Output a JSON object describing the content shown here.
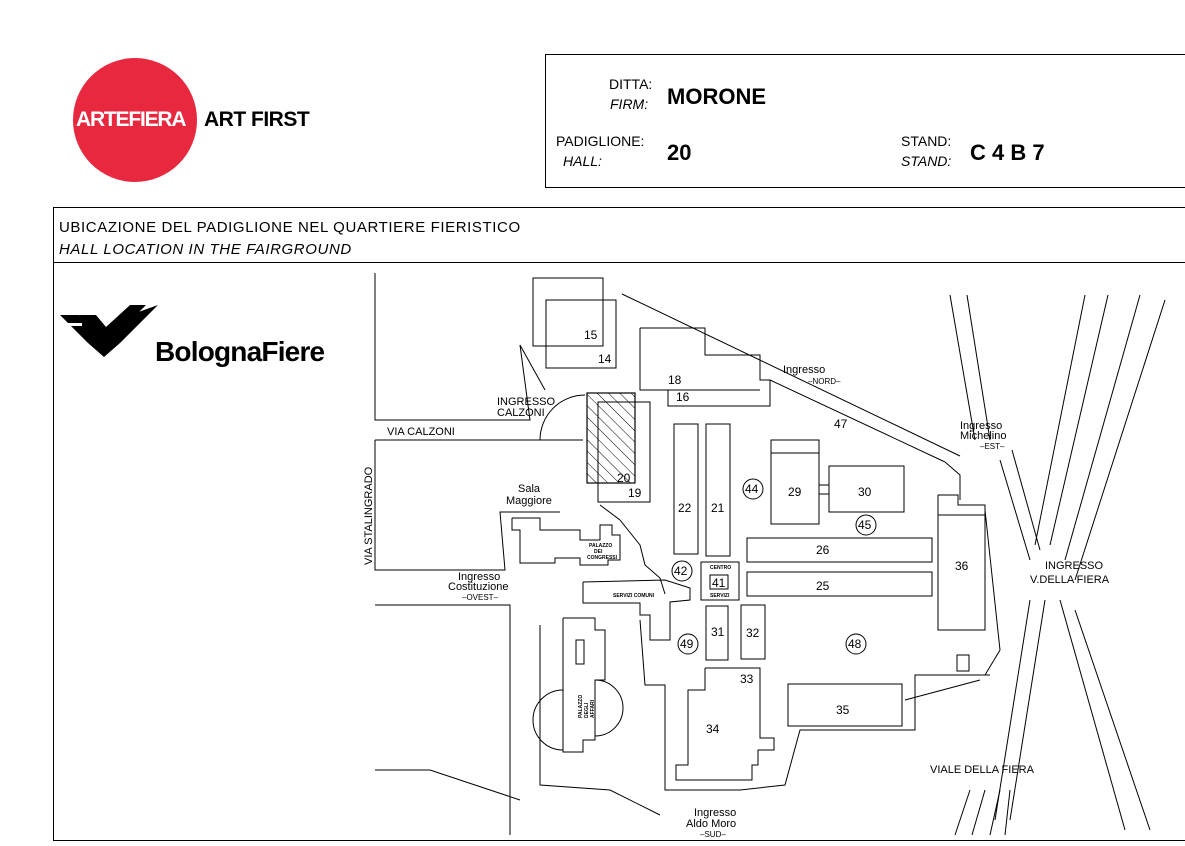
{
  "logo": {
    "brand": "ARTEFIERA",
    "tagline": "ART FIRST",
    "color": "#e8283f"
  },
  "firm_box": {
    "firm_label_it": "DITTA:",
    "firm_label_en": "FIRM:",
    "firm_value": "MORONE",
    "hall_label_it": "PADIGLIONE:",
    "hall_label_en": "HALL:",
    "hall_value": "20",
    "stand_label_it": "STAND:",
    "stand_label_en": "STAND:",
    "stand_value": "C 4 B 7"
  },
  "section": {
    "title_it": "UBICAZIONE DEL PADIGLIONE NEL QUARTIERE FIERISTICO",
    "title_en": "HALL LOCATION IN THE FAIRGROUND"
  },
  "bolognafiere": {
    "name": "BolognaFiere"
  },
  "map": {
    "highlighted_hall": "20",
    "halls": [
      "14",
      "15",
      "16",
      "18",
      "19",
      "20",
      "21",
      "22",
      "25",
      "26",
      "29",
      "30",
      "31",
      "32",
      "33",
      "34",
      "35",
      "36",
      "47"
    ],
    "circled_areas": [
      "41",
      "42",
      "44",
      "45",
      "48",
      "49"
    ],
    "labels": {
      "ingresso_calzoni": [
        "INGRESSO",
        "CALZONI"
      ],
      "via_calzoni": "VIA CALZONI",
      "via_stalingrado": "VIA STALINGRADO",
      "sala_maggiore": [
        "Sala",
        "Maggiore"
      ],
      "ingresso_costituzione": [
        "Ingresso",
        "Costituzione",
        "–OVEST–"
      ],
      "palazzo_congressi": [
        "PALAZZO",
        "DEI",
        "CONGRESSI"
      ],
      "servizi_comuni": "SERVIZI COMUNI",
      "centro_servizi": [
        "CENTRO",
        "SERVIZI"
      ],
      "palazzo_affari": [
        "PALAZZO",
        "DEGLI",
        "AFFARI"
      ],
      "ingresso_nord": [
        "Ingresso",
        "–NORD–"
      ],
      "ingresso_michelino": [
        "Ingresso",
        "Michelino",
        "–EST–"
      ],
      "ingresso_fiera": [
        "INGRESSO",
        "V.DELLA FIERA"
      ],
      "viale_della_fiera": "VIALE DELLA FIERA",
      "ingresso_aldo_moro": [
        "Ingresso",
        "Aldo Moro",
        "–SUD–"
      ]
    }
  }
}
